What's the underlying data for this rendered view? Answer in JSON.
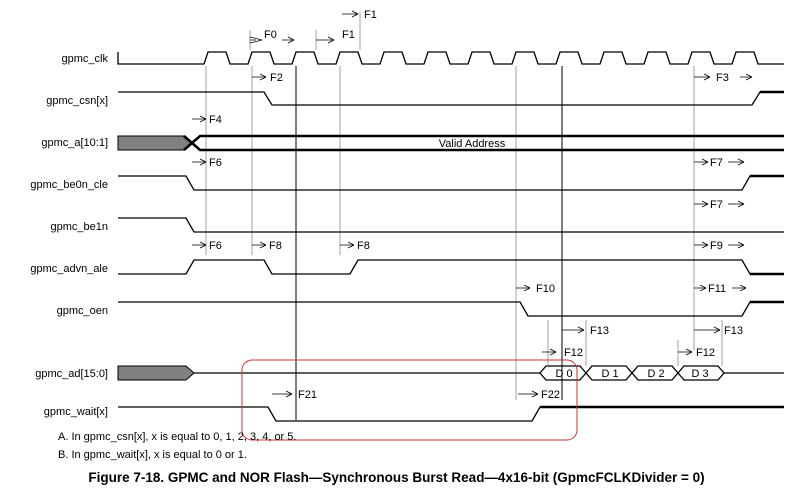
{
  "signals": [
    {
      "id": "clk",
      "label": "gpmc_clk"
    },
    {
      "id": "csn",
      "label": "gpmc_csn[x]"
    },
    {
      "id": "a",
      "label": "gpmc_a[10:1]"
    },
    {
      "id": "be0n",
      "label": "gpmc_be0n_cle"
    },
    {
      "id": "be1n",
      "label": "gpmc_be1n"
    },
    {
      "id": "advn",
      "label": "gpmc_advn_ale"
    },
    {
      "id": "oen",
      "label": "gpmc_oen"
    },
    {
      "id": "ad",
      "label": "gpmc_ad[15:0]"
    },
    {
      "id": "wait",
      "label": "gpmc_wait[x]"
    }
  ],
  "address_label": "Valid Address",
  "data_words": [
    "D 0",
    "D 1",
    "D 2",
    "D 3"
  ],
  "timing_params": {
    "f0": "F0",
    "f1a": "F1",
    "f1b": "F1",
    "f2": "F2",
    "f3": "F3",
    "f4": "F4",
    "f6a": "F6",
    "f6b": "F6",
    "f7a": "F7",
    "f7b": "F7",
    "f8a": "F8",
    "f8b": "F8",
    "f9": "F9",
    "f10": "F10",
    "f11": "F11",
    "f12a": "F12",
    "f12b": "F12",
    "f13a": "F13",
    "f13b": "F13",
    "f21": "F21",
    "f22": "F22"
  },
  "notes": {
    "a": "A.    In gpmc_csn[x], x is equal to 0, 1, 2, 3, 4, or 5.",
    "b": "B.    In gpmc_wait[x], x is equal to 0 or 1."
  },
  "caption": "Figure 7-18. GPMC and NOR Flash—Synchronous Burst Read—4x16-bit (GpmcFCLKDivider = 0)",
  "colors": {
    "bus_invalid": "#808080",
    "highlight_box": "#cc3333",
    "line": "#000000"
  }
}
